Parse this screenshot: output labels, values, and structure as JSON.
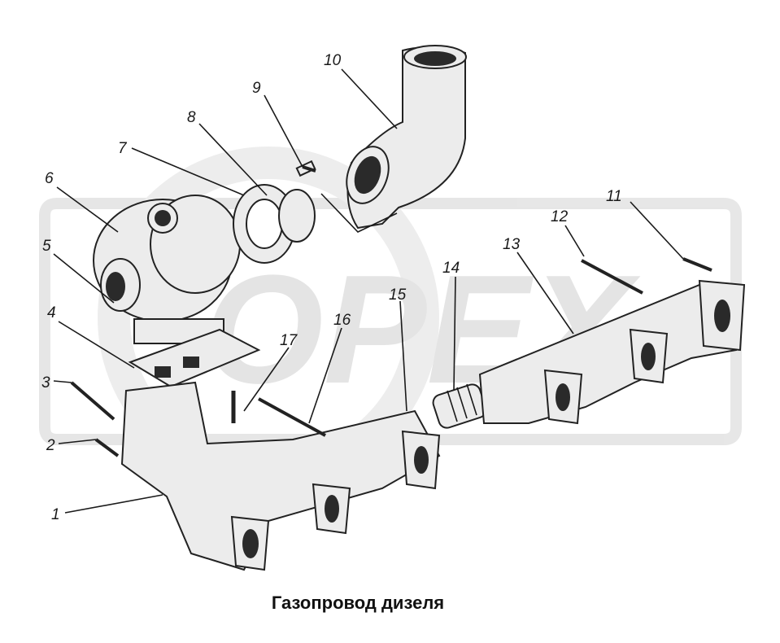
{
  "caption": "Газопровод дизеля",
  "watermark": "OPEX",
  "callouts": [
    {
      "id": "c1",
      "label": "1"
    },
    {
      "id": "c2",
      "label": "2"
    },
    {
      "id": "c3",
      "label": "3"
    },
    {
      "id": "c4",
      "label": "4"
    },
    {
      "id": "c5",
      "label": "5"
    },
    {
      "id": "c6",
      "label": "6"
    },
    {
      "id": "c7",
      "label": "7"
    },
    {
      "id": "c8",
      "label": "8"
    },
    {
      "id": "c9",
      "label": "9"
    },
    {
      "id": "c10",
      "label": "10"
    },
    {
      "id": "c11",
      "label": "11"
    },
    {
      "id": "c12",
      "label": "12"
    },
    {
      "id": "c13",
      "label": "13"
    },
    {
      "id": "c14",
      "label": "14"
    },
    {
      "id": "c15",
      "label": "15"
    },
    {
      "id": "c16",
      "label": "16"
    },
    {
      "id": "c17",
      "label": "17"
    }
  ],
  "colors": {
    "line": "#1a1a1a",
    "watermark": "#e2e2e2",
    "part_fill": "#ececec"
  }
}
